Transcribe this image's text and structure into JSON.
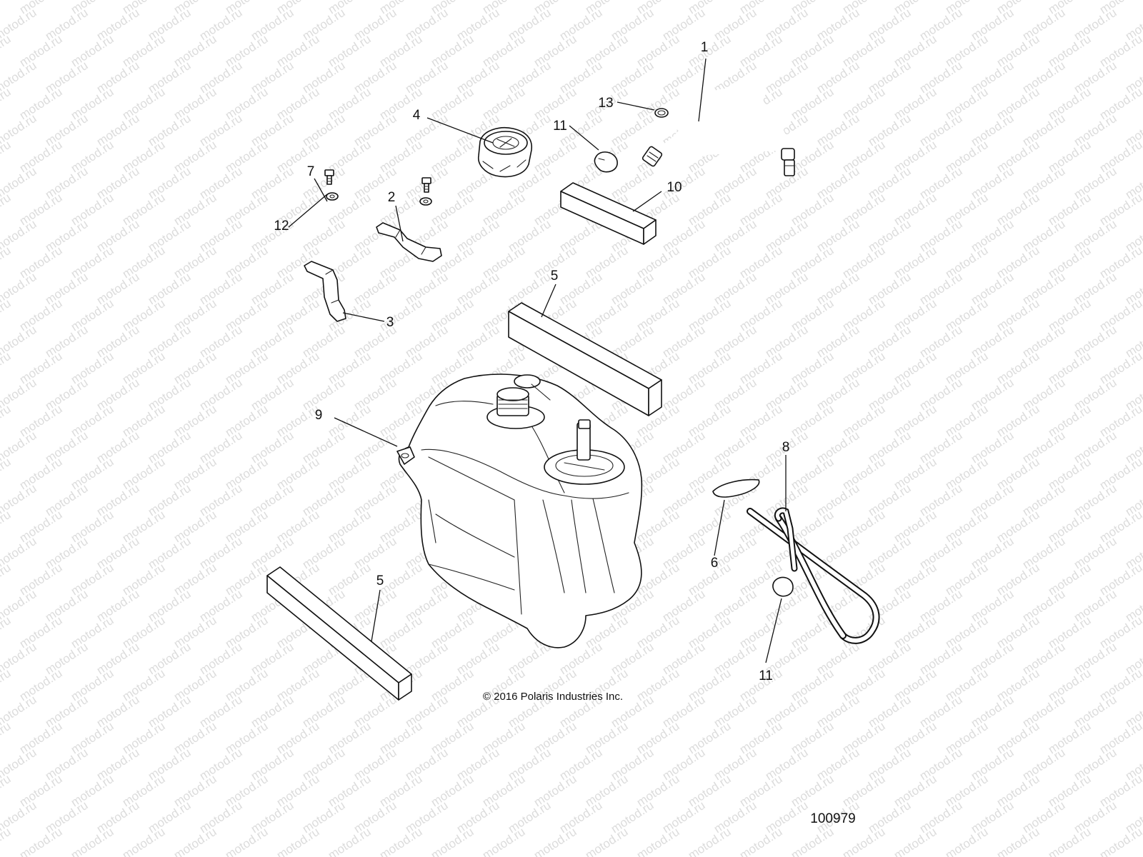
{
  "watermark": "motod.ru",
  "copyright": "© 2016 Polaris Industries Inc.",
  "drawing_number": "100979",
  "callouts": {
    "c1": "1",
    "c2": "2",
    "c3": "3",
    "c4": "4",
    "c5a": "5",
    "c5b": "5",
    "c6": "6",
    "c7": "7",
    "c8": "8",
    "c9": "9",
    "c10": "10",
    "c11a": "11",
    "c11b": "11",
    "c12": "12",
    "c13": "13"
  }
}
